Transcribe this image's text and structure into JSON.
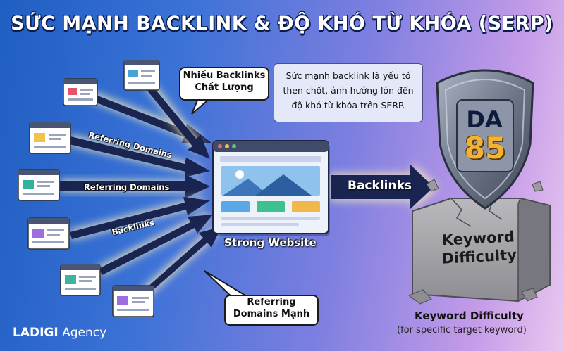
{
  "title": "SỨC MẠNH BACKLINK & ĐỘ KHÓ TỪ KHÓA (SERP)",
  "callouts": {
    "quality_line1": "Nhiều Backlinks",
    "quality_line2": "Chất Lượng",
    "strong_line1": "Referring",
    "strong_line2": "Domains Mạnh"
  },
  "info_box": {
    "line1": "Sức mạnh backlink là yếu tố",
    "line2": "then chốt, ảnh hưởng lớn đến",
    "line3": "độ khó từ khóa trên SERP."
  },
  "arrow_labels": {
    "referring_1": "Referring Domains",
    "referring_2": "Referring Domains",
    "backlinks_small": "Backlinks",
    "backlinks_main": "Backlinks"
  },
  "center": {
    "label": "Strong Website"
  },
  "shield": {
    "metric": "DA",
    "value": "85"
  },
  "stone": {
    "line1": "Keyword",
    "line2": "Difficulty"
  },
  "result": {
    "label": "Keyword Difficulty",
    "sublabel": "(for specific target keyword)"
  },
  "brand": {
    "name": "LADIGI",
    "suffix": " Agency"
  },
  "colors": {
    "arrow_dark": "#1a2450",
    "arrow_glow": "#ffe9a6",
    "shield_gray": "#7a8496",
    "gold": "#f2b233"
  }
}
